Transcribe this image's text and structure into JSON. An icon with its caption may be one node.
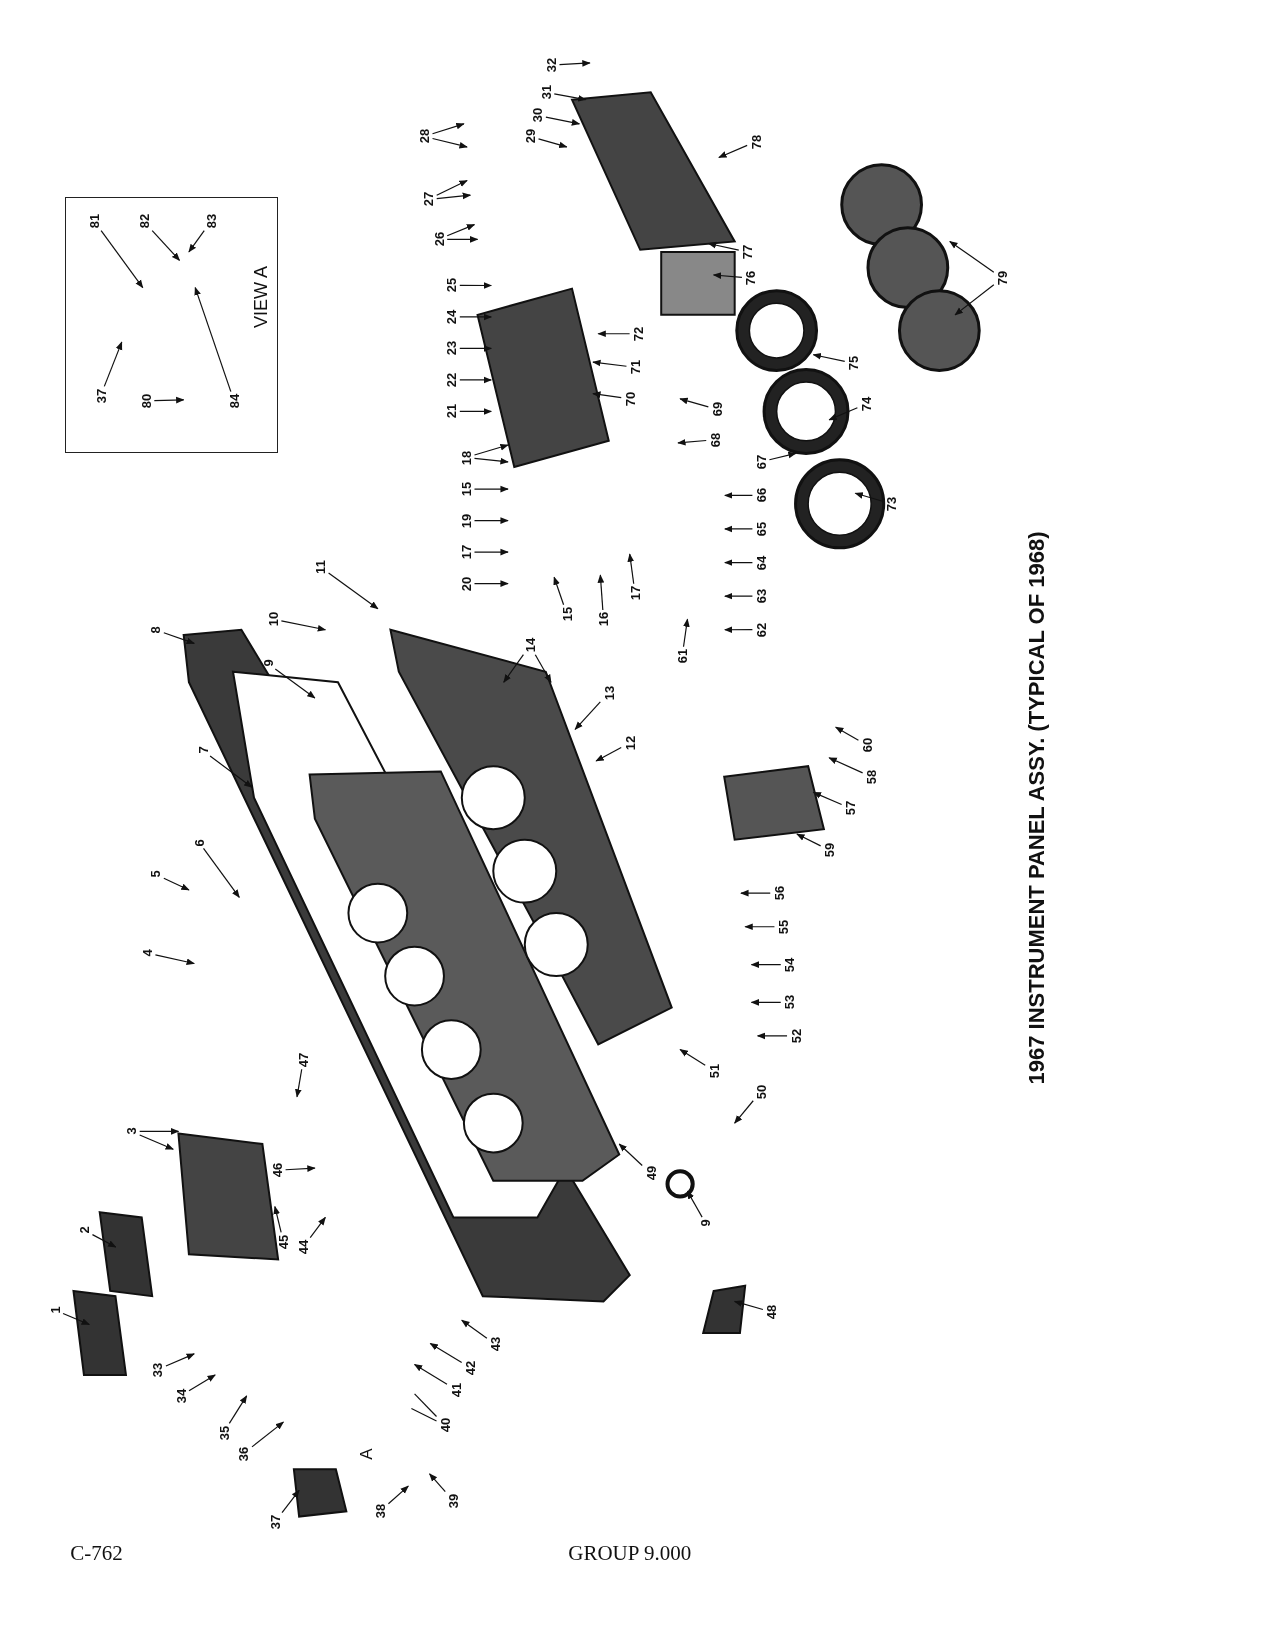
{
  "diagram": {
    "title": "1967 INSTRUMENT PANEL ASSY. (TYPICAL OF 1968)",
    "nodes": [
      {
        "text": [
          "VIEW A"
        ]
      },
      {
        "text": [
          "37"
        ],
        "in": 0
      },
      {
        "text": [
          "80"
        ],
        "in": 0
      },
      {
        "text": [
          "81"
        ],
        "in": 0
      },
      {
        "text": [
          "82"
        ],
        "in": 0
      },
      {
        "text": [
          "83"
        ],
        "in": 0
      },
      {
        "text": [
          "84"
        ],
        "in": 0
      },
      {
        "text": [
          "1"
        ]
      },
      {
        "text": [
          "2"
        ]
      },
      {
        "text": [
          "3"
        ]
      },
      {
        "text": [
          "4"
        ]
      },
      {
        "text": [
          "5"
        ]
      },
      {
        "text": [
          "6"
        ]
      },
      {
        "text": [
          "7"
        ]
      },
      {
        "text": [
          "8"
        ]
      },
      {
        "text": [
          "9"
        ]
      },
      {
        "text": [
          "9"
        ]
      },
      {
        "text": [
          "10"
        ]
      },
      {
        "text": [
          "11"
        ]
      },
      {
        "text": [
          "12"
        ]
      },
      {
        "text": [
          "13"
        ]
      },
      {
        "text": [
          "14"
        ]
      },
      {
        "text": [
          "15"
        ]
      },
      {
        "text": [
          "15"
        ]
      },
      {
        "text": [
          "16"
        ]
      },
      {
        "text": [
          "17"
        ]
      },
      {
        "text": [
          "17"
        ]
      },
      {
        "text": [
          "18"
        ]
      },
      {
        "text": [
          "19"
        ]
      },
      {
        "text": [
          "20"
        ]
      },
      {
        "text": [
          "21"
        ]
      },
      {
        "text": [
          "22"
        ]
      },
      {
        "text": [
          "23"
        ]
      },
      {
        "text": [
          "24"
        ]
      },
      {
        "text": [
          "25"
        ]
      },
      {
        "text": [
          "26"
        ]
      },
      {
        "text": [
          "27"
        ]
      },
      {
        "text": [
          "28"
        ]
      },
      {
        "text": [
          "29"
        ]
      },
      {
        "text": [
          "30"
        ]
      },
      {
        "text": [
          "31"
        ]
      },
      {
        "text": [
          "32"
        ]
      },
      {
        "text": [
          "33"
        ]
      },
      {
        "text": [
          "34"
        ]
      },
      {
        "text": [
          "35"
        ]
      },
      {
        "text": [
          "36"
        ]
      },
      {
        "text": [
          "37"
        ]
      },
      {
        "text": [
          "38"
        ]
      },
      {
        "text": [
          "39"
        ]
      },
      {
        "text": [
          "40"
        ]
      },
      {
        "text": [
          "41"
        ]
      },
      {
        "text": [
          "42"
        ]
      },
      {
        "text": [
          "43"
        ]
      },
      {
        "text": [
          "44"
        ]
      },
      {
        "text": [
          "45"
        ]
      },
      {
        "text": [
          "46"
        ]
      },
      {
        "text": [
          "47"
        ]
      },
      {
        "text": [
          "48"
        ]
      },
      {
        "text": [
          "49"
        ]
      },
      {
        "text": [
          "50"
        ]
      },
      {
        "text": [
          "51"
        ]
      },
      {
        "text": [
          "52"
        ]
      },
      {
        "text": [
          "53"
        ]
      },
      {
        "text": [
          "54"
        ]
      },
      {
        "text": [
          "55"
        ]
      },
      {
        "text": [
          "56"
        ]
      },
      {
        "text": [
          "57"
        ]
      },
      {
        "text": [
          "58"
        ]
      },
      {
        "text": [
          "59"
        ]
      },
      {
        "text": [
          "60"
        ]
      },
      {
        "text": [
          "61"
        ]
      },
      {
        "text": [
          "62"
        ]
      },
      {
        "text": [
          "63"
        ]
      },
      {
        "text": [
          "64"
        ]
      },
      {
        "text": [
          "65"
        ]
      },
      {
        "text": [
          "66"
        ]
      },
      {
        "text": [
          "67"
        ]
      },
      {
        "text": [
          "68"
        ]
      },
      {
        "text": [
          "69"
        ]
      },
      {
        "text": [
          "70"
        ]
      },
      {
        "text": [
          "71"
        ]
      },
      {
        "text": [
          "72"
        ]
      },
      {
        "text": [
          "73"
        ]
      },
      {
        "text": [
          "74"
        ]
      },
      {
        "text": [
          "75"
        ]
      },
      {
        "text": [
          "76"
        ]
      },
      {
        "text": [
          "77"
        ]
      },
      {
        "text": [
          "78"
        ]
      },
      {
        "text": [
          "79"
        ]
      }
    ],
    "edges": [
      {
        "from": 1,
        "to": null,
        "arrow": "to"
      },
      {
        "from": 2,
        "to": null,
        "arrow": "to"
      },
      {
        "from": 3,
        "to": null,
        "arrow": "to"
      },
      {
        "from": 4,
        "to": null,
        "arrow": "to"
      },
      {
        "from": 5,
        "to": null,
        "arrow": "to"
      },
      {
        "from": 6,
        "to": null,
        "arrow": "to"
      },
      {
        "from": 7,
        "to": null,
        "arrow": "to"
      },
      {
        "from": 8,
        "to": null,
        "arrow": "to"
      },
      {
        "from": 9,
        "to": null,
        "arrow": "to"
      },
      {
        "from": 9,
        "to": null,
        "arrow": "to"
      },
      {
        "from": 10,
        "to": null,
        "arrow": "to"
      },
      {
        "from": 11,
        "to": null,
        "arrow": "to"
      },
      {
        "from": 12,
        "to": null,
        "arrow": "to"
      },
      {
        "from": 13,
        "to": null,
        "arrow": "to"
      },
      {
        "from": 14,
        "to": null,
        "arrow": "to"
      },
      {
        "from": 15,
        "to": null,
        "arrow": "to"
      },
      {
        "from": 16,
        "to": null,
        "arrow": "to"
      },
      {
        "from": 17,
        "to": null,
        "arrow": "to"
      },
      {
        "from": 18,
        "to": null,
        "arrow": "to"
      },
      {
        "from": 19,
        "to": null,
        "arrow": "to"
      },
      {
        "from": 20,
        "to": null,
        "arrow": "to"
      },
      {
        "from": 21,
        "to": null,
        "arrow": "to"
      },
      {
        "from": 21,
        "to": null,
        "arrow": "to"
      },
      {
        "from": 22,
        "to": null,
        "arrow": "to"
      },
      {
        "from": 23,
        "to": null,
        "arrow": "to"
      },
      {
        "from": 24,
        "to": null,
        "arrow": "to"
      },
      {
        "from": 25,
        "to": null,
        "arrow": "to"
      },
      {
        "from": 26,
        "to": null,
        "arrow": "to"
      },
      {
        "from": 27,
        "to": null,
        "arrow": "to"
      },
      {
        "from": 27,
        "to": null,
        "arrow": "to"
      },
      {
        "from": 28,
        "to": null,
        "arrow": "to"
      },
      {
        "from": 29,
        "to": null,
        "arrow": "to"
      },
      {
        "from": 30,
        "to": null,
        "arrow": "to"
      },
      {
        "from": 31,
        "to": null,
        "arrow": "to"
      },
      {
        "from": 32,
        "to": null,
        "arrow": "to"
      },
      {
        "from": 33,
        "to": null,
        "arrow": "to"
      },
      {
        "from": 34,
        "to": null,
        "arrow": "to"
      },
      {
        "from": 35,
        "to": null,
        "arrow": "to"
      },
      {
        "from": 35,
        "to": null,
        "arrow": "to"
      },
      {
        "from": 36,
        "to": null,
        "arrow": "to"
      },
      {
        "from": 36,
        "to": null,
        "arrow": "to"
      },
      {
        "from": 37,
        "to": null,
        "arrow": "to"
      },
      {
        "from": 37,
        "to": null,
        "arrow": "to"
      },
      {
        "from": 38,
        "to": null,
        "arrow": "to"
      },
      {
        "from": 39,
        "to": null,
        "arrow": "to"
      },
      {
        "from": 40,
        "to": null,
        "arrow": "to"
      },
      {
        "from": 41,
        "to": null,
        "arrow": "to"
      },
      {
        "from": 42,
        "to": null,
        "arrow": "to"
      },
      {
        "from": 43,
        "to": null,
        "arrow": "to"
      },
      {
        "from": 44,
        "to": null,
        "arrow": "to"
      },
      {
        "from": 45,
        "to": null,
        "arrow": "to"
      },
      {
        "from": 46,
        "to": null,
        "arrow": "to"
      },
      {
        "from": 47,
        "to": null,
        "arrow": "to"
      },
      {
        "from": 48,
        "to": null,
        "arrow": "to"
      },
      {
        "from": 49,
        "to": null,
        "arrow": "none"
      },
      {
        "from": 49,
        "to": null,
        "arrow": "none"
      },
      {
        "from": 50,
        "to": null,
        "arrow": "to"
      },
      {
        "from": 51,
        "to": null,
        "arrow": "to"
      },
      {
        "from": 52,
        "to": null,
        "arrow": "to"
      },
      {
        "from": 53,
        "to": null,
        "arrow": "to"
      },
      {
        "from": 54,
        "to": null,
        "arrow": "to"
      },
      {
        "from": 55,
        "to": null,
        "arrow": "to"
      },
      {
        "from": 56,
        "to": null,
        "arrow": "to"
      },
      {
        "from": 57,
        "to": null,
        "arrow": "to"
      },
      {
        "from": 58,
        "to": null,
        "arrow": "to"
      },
      {
        "from": 59,
        "to": null,
        "arrow": "to"
      },
      {
        "from": 60,
        "to": null,
        "arrow": "to"
      },
      {
        "from": 61,
        "to": null,
        "arrow": "to"
      },
      {
        "from": 62,
        "to": null,
        "arrow": "to"
      },
      {
        "from": 63,
        "to": null,
        "arrow": "to"
      },
      {
        "from": 64,
        "to": null,
        "arrow": "to"
      },
      {
        "from": 65,
        "to": null,
        "arrow": "to"
      },
      {
        "from": 66,
        "to": null,
        "arrow": "to"
      },
      {
        "from": 67,
        "to": null,
        "arrow": "to"
      },
      {
        "from": 68,
        "to": null,
        "arrow": "to"
      },
      {
        "from": 69,
        "to": null,
        "arrow": "to"
      },
      {
        "from": 70,
        "to": null,
        "arrow": "to"
      },
      {
        "from": 71,
        "to": null,
        "arrow": "to"
      },
      {
        "from": 72,
        "to": null,
        "arrow": "to"
      },
      {
        "from": 73,
        "to": null,
        "arrow": "to"
      },
      {
        "from": 74,
        "to": null,
        "arrow": "to"
      },
      {
        "from": 75,
        "to": null,
        "arrow": "to"
      },
      {
        "from": 76,
        "to": null,
        "arrow": "to"
      },
      {
        "from": 77,
        "to": null,
        "arrow": "to"
      },
      {
        "from": 78,
        "to": null,
        "arrow": "to"
      },
      {
        "from": 79,
        "to": null,
        "arrow": "to"
      },
      {
        "from": 80,
        "to": null,
        "arrow": "to"
      },
      {
        "from": 81,
        "to": null,
        "arrow": "to"
      },
      {
        "from": 82,
        "to": null,
        "arrow": "to"
      },
      {
        "from": 83,
        "to": null,
        "arrow": "to"
      },
      {
        "from": 84,
        "to": null,
        "arrow": "to"
      },
      {
        "from": 85,
        "to": null,
        "arrow": "to"
      },
      {
        "from": 86,
        "to": null,
        "arrow": "to"
      },
      {
        "from": 87,
        "to": null,
        "arrow": "to"
      },
      {
        "from": 88,
        "to": null,
        "arrow": "to"
      },
      {
        "from": 88,
        "to": null,
        "arrow": "to"
      }
    ],
    "labels": [
      "A",
      "C-762",
      "GROUP 9.000"
    ]
  }
}
